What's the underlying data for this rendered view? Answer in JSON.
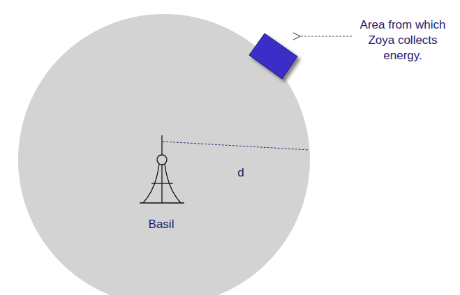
{
  "diagram": {
    "labels": [
      "Area from which Zoya collects energy.",
      "Basil",
      "d"
    ]
  }
}
